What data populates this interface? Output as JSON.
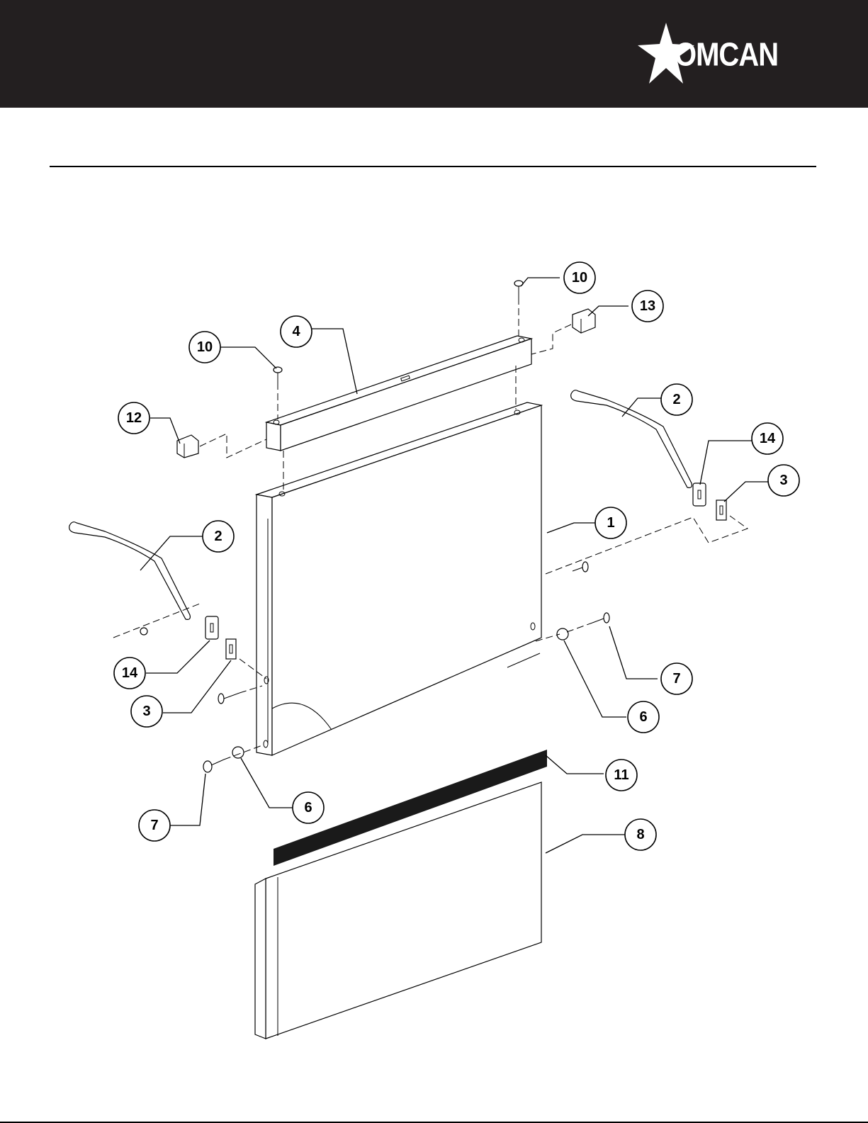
{
  "header": {
    "logo_text": "OMCAN",
    "logo_icon": "star-icon",
    "background_color": "#231f20"
  },
  "callouts": [
    {
      "id": "c10a",
      "label": "10"
    },
    {
      "id": "c13",
      "label": "13"
    },
    {
      "id": "c4",
      "label": "4"
    },
    {
      "id": "c10b",
      "label": "10"
    },
    {
      "id": "c2a",
      "label": "2"
    },
    {
      "id": "c12",
      "label": "12"
    },
    {
      "id": "c14a",
      "label": "14"
    },
    {
      "id": "c3a",
      "label": "3"
    },
    {
      "id": "c1",
      "label": "1"
    },
    {
      "id": "c2b",
      "label": "2"
    },
    {
      "id": "c7a",
      "label": "7"
    },
    {
      "id": "c6a",
      "label": "6"
    },
    {
      "id": "c14b",
      "label": "14"
    },
    {
      "id": "c3b",
      "label": "3"
    },
    {
      "id": "c11",
      "label": "11"
    },
    {
      "id": "c6b",
      "label": "6"
    },
    {
      "id": "c8",
      "label": "8"
    },
    {
      "id": "c7b",
      "label": "7"
    }
  ]
}
